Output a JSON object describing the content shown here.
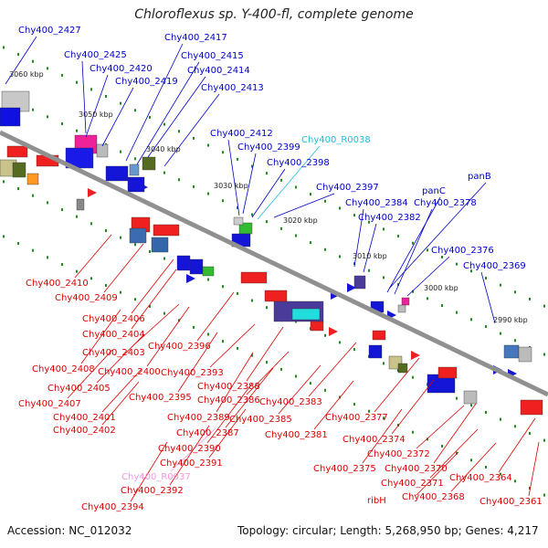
{
  "title": "Chloroflexus sp. Y-400-fl, complete genome",
  "footer": {
    "accession": "Accession: NC_012032",
    "summary": "Topology: circular; Length: 5,268,950 bp; Genes: 4,217"
  },
  "colors": {
    "top_label": "#0000cc",
    "bottom_label": "#dd0000",
    "rna_top_label": "#22bbdd",
    "rna_bottom_label": "#ee99dd",
    "backbone": "#909090",
    "tick": "#228822"
  },
  "kbp_ticks": [
    "3060 kbp",
    "3050 kbp",
    "3040 kbp",
    "3030 kbp",
    "3020 kbp",
    "3010 kbp",
    "3000 kbp",
    "2990 kbp"
  ],
  "top_genes": [
    {
      "name": "Chy400_2427"
    },
    {
      "name": "Chy400_2425"
    },
    {
      "name": "Chy400_2420"
    },
    {
      "name": "Chy400_2417"
    },
    {
      "name": "Chy400_2419"
    },
    {
      "name": "Chy400_2415"
    },
    {
      "name": "Chy400_2414"
    },
    {
      "name": "Chy400_2413"
    },
    {
      "name": "Chy400_2412"
    },
    {
      "name": "Chy400_R0038",
      "rna": true
    },
    {
      "name": "Chy400_2399"
    },
    {
      "name": "Chy400_2398"
    },
    {
      "name": "Chy400_2397"
    },
    {
      "name": "Chy400_2384"
    },
    {
      "name": "Chy400_2382"
    },
    {
      "name": "panB"
    },
    {
      "name": "panC"
    },
    {
      "name": "Chy400_2378"
    },
    {
      "name": "Chy400_2376"
    },
    {
      "name": "Chy400_2369"
    }
  ],
  "bottom_genes": [
    {
      "name": "Chy400_2410"
    },
    {
      "name": "Chy400_2409"
    },
    {
      "name": "Chy400_2406"
    },
    {
      "name": "Chy400_2404"
    },
    {
      "name": "Chy400_2403"
    },
    {
      "name": "Chy400_2396"
    },
    {
      "name": "Chy400_2408"
    },
    {
      "name": "Chy400_2400"
    },
    {
      "name": "Chy400_2393"
    },
    {
      "name": "Chy400_2405"
    },
    {
      "name": "Chy400_2388"
    },
    {
      "name": "Chy400_2395"
    },
    {
      "name": "Chy400_2386"
    },
    {
      "name": "Chy400_2407"
    },
    {
      "name": "Chy400_2383"
    },
    {
      "name": "Chy400_2389"
    },
    {
      "name": "Chy400_2401"
    },
    {
      "name": "Chy400_2385"
    },
    {
      "name": "Chy400_2377"
    },
    {
      "name": "Chy400_2387"
    },
    {
      "name": "Chy400_2402"
    },
    {
      "name": "Chy400_2381"
    },
    {
      "name": "Chy400_2374"
    },
    {
      "name": "Chy400_2390"
    },
    {
      "name": "Chy400_2372"
    },
    {
      "name": "Chy400_2391"
    },
    {
      "name": "Chy400_2375"
    },
    {
      "name": "Chy400_2370"
    },
    {
      "name": "Chy400_R0037",
      "rna": true
    },
    {
      "name": "Chy400_2371"
    },
    {
      "name": "Chy400_2364"
    },
    {
      "name": "Chy400_2392"
    },
    {
      "name": "ribH"
    },
    {
      "name": "Chy400_2368"
    },
    {
      "name": "Chy400_2361"
    },
    {
      "name": "Chy400_2394"
    }
  ]
}
